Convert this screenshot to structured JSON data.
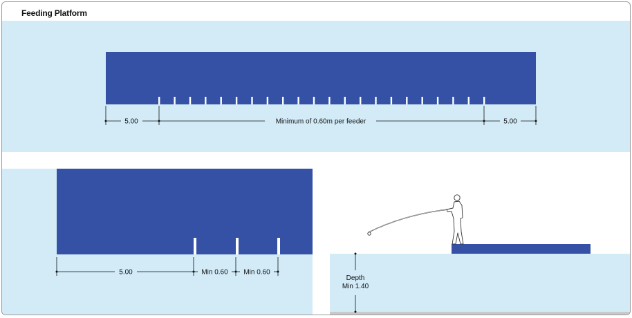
{
  "title": "Feeding Platform",
  "top_view": {
    "left_dim": "5.00",
    "middle_dim": "Minimum of 0.60m per feeder",
    "right_dim": "5.00",
    "feeder_count": 22
  },
  "side_view": {
    "left_dim": "5.00",
    "gap1": "Min 0.60",
    "gap2": "Min 0.60"
  },
  "section_view": {
    "depth_label": "Depth",
    "depth_value": "Min 1.40"
  },
  "colors": {
    "platform": "#3451a5",
    "water": "#d2ebf7",
    "ground": "#c9c9c9"
  }
}
